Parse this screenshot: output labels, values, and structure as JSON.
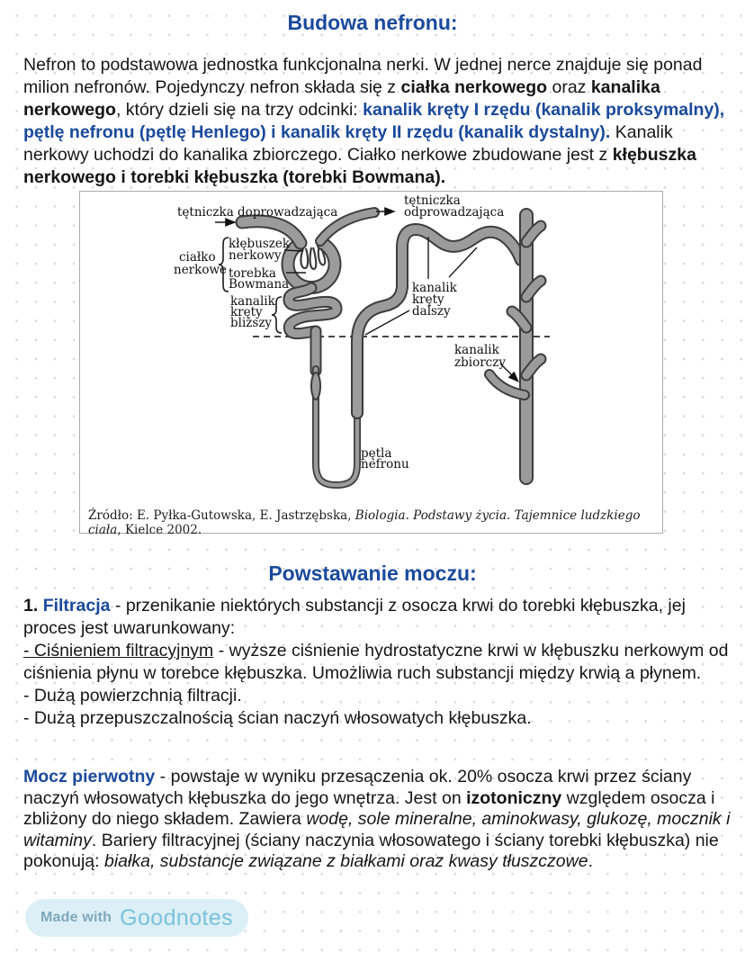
{
  "sections": {
    "budowa": {
      "title": "Budowa nefronu:",
      "intro_rich": [
        {
          "t": "Nefron to podstawowa jednostka funkcjonalna nerki. W jednej nerce znajduje się ponad milion nefronów. Pojedynczy nefron składa się z "
        },
        {
          "t": "ciałka nerkowego",
          "b": true
        },
        {
          "t": " oraz "
        },
        {
          "t": "kanalika nerkowego",
          "b": true
        },
        {
          "t": ", który dzieli się na trzy odcinki: "
        },
        {
          "t": "kanalik kręty I rzędu (kanalik proksymalny), pętlę nefronu (pętlę Henlego) i kanalik kręty II rzędu (kanalik dystalny).",
          "b": true,
          "blue": true
        },
        {
          "t": " Kanalik nerkowy uchodzi do kanalika zbiorczego. Ciałko nerkowe zbudowane jest z "
        },
        {
          "t": "kłębuszka nerkowego i torebki kłębuszka (torebki Bowmana).",
          "b": true
        }
      ]
    },
    "powstawanie": {
      "title": "Powstawanie moczu:",
      "filtracja_rich": [
        {
          "t": "1. ",
          "b": true
        },
        {
          "t": "Filtracja",
          "b": true,
          "blue": true
        },
        {
          "t": " - przenikanie niektórych substancji z osocza krwi do torebki kłębuszka, jej proces jest uwarunkowany:\n"
        },
        {
          "t": "- Ciśnieniem filtracyjnym",
          "u": true
        },
        {
          "t": " - wyższe ciśnienie hydrostatyczne krwi w kłębuszku nerkowym od ciśnienia płynu w torebce kłębuszka. Umożliwia ruch substancji między krwią a płynem.\n- Dużą powierzchnią filtracji.\n- Dużą przepuszczalnością ścian naczyń włosowatych kłębuszka."
        }
      ],
      "mocz_rich": [
        {
          "t": "Mocz pierwotny",
          "b": true,
          "blue": true
        },
        {
          "t": " - powstaje w wyniku przesączenia ok. 20% osocza krwi przez ściany naczyń włosowatych kłębuszka do jego wnętrza. Jest on "
        },
        {
          "t": "izotoniczny",
          "b": true
        },
        {
          "t": " względem osocza i zbliżony do niego składem. Zawiera "
        },
        {
          "t": "wodę, sole mineralne, aminokwasy, glukozę, mocznik i witaminy",
          "i": true
        },
        {
          "t": ". Bariery filtracyjnej (ściany naczynia włosowatego i ściany torebki kłębuszka) nie pokonują: "
        },
        {
          "t": "białka, substancje związane z białkami oraz kwasy tłuszczowe",
          "i": true
        },
        {
          "t": "."
        }
      ]
    }
  },
  "diagram": {
    "labels": {
      "afferent": "tętniczka doprowadzająca",
      "efferent_1": "tętniczka",
      "efferent_2": "odprowadzająca",
      "glomerulus_1": "kłębuszek",
      "glomerulus_2": "nerkowy",
      "corpuscle_1": "ciałko",
      "corpuscle_2": "nerkowe",
      "capsule_1": "torebka",
      "capsule_2": "Bowmana",
      "proximal_1": "kanalik",
      "proximal_2": "kręty",
      "proximal_3": "bliższy",
      "distal_1": "kanalik",
      "distal_2": "kręty",
      "distal_3": "dalszy",
      "collecting_1": "kanalik",
      "collecting_2": "zbiorczy",
      "loop_1": "pętla",
      "loop_2": "nefronu"
    },
    "source_rich": [
      {
        "t": "Źródło: E. Pyłka-Gutowska, E. Jastrzębska, "
      },
      {
        "t": "Biologia. Podstawy życia. Tajemnice ludzkiego ciała",
        "i": true
      },
      {
        "t": ", Kielce 2002."
      }
    ]
  },
  "badge": {
    "made_with": "Made with",
    "brand": "Goodnotes"
  },
  "colors": {
    "accent_blue": "#1b4a9c",
    "body_text": "#161616",
    "tube_gray": "#9b9b9b",
    "tube_outline": "#3d3d3d",
    "dot_grid": "#d8d8d8",
    "figure_border": "#ababab",
    "badge_bg": "#ddeff6",
    "badge_made_with": "#7ea8bd",
    "badge_brand": "#7ac2dc",
    "diagram_text": "#101010"
  }
}
